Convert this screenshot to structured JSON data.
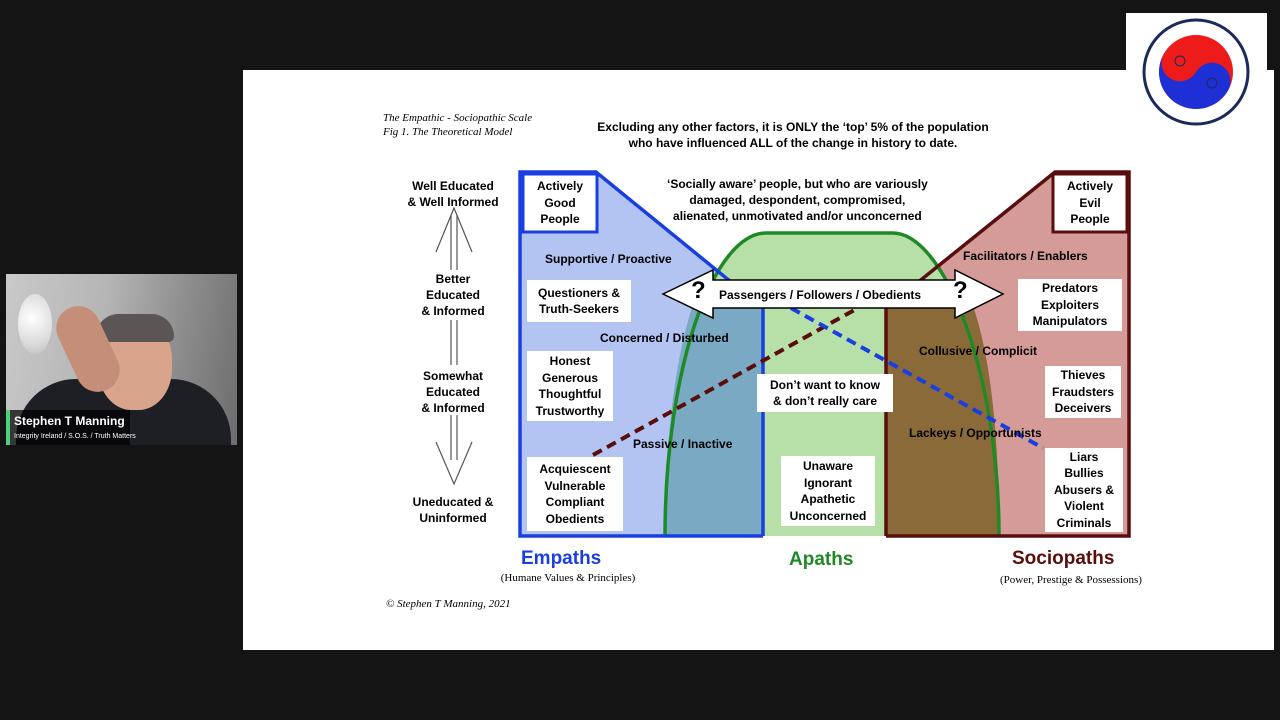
{
  "participant": {
    "name": "Stephen T Manning",
    "subtitle": "Integrity Ireland / S.O.S. / Truth Matters"
  },
  "logo": {
    "icon": "yin-yang-icon",
    "colors": [
      "#1e2fd6",
      "#ee1b1b"
    ]
  },
  "slide": {
    "title_line1": "The Empathic - Sociopathic Scale",
    "title_line2": "Fig 1. The Theoretical Model",
    "note_line1": "Excluding any other factors, it is ONLY the ‘top’ 5% of the population",
    "note_line2": "who have influenced ALL of the change in history to date.",
    "scale_top_line1": "Well Educated",
    "scale_top_line2": "& Well Informed",
    "scale_better_line1": "Better",
    "scale_better_line2": "Educated",
    "scale_better_line3": "& Informed",
    "scale_somewhat_line1": "Somewhat",
    "scale_somewhat_line2": "Educated",
    "scale_somewhat_line3": "& Informed",
    "scale_bottom_line1": "Uneducated &",
    "scale_bottom_line2": "Uninformed",
    "socially_line1": "‘Socially aware’ people, but who are variously",
    "socially_line2": "damaged, despondent, compromised,",
    "socially_line3": "alienated, unmotivated and/or unconcerned",
    "actively_good": [
      "Actively",
      "Good",
      "People"
    ],
    "actively_evil": [
      "Actively",
      "Evil",
      "People"
    ],
    "supportive": "Supportive / Proactive",
    "questioners": [
      "Questioners &",
      "Truth-Seekers"
    ],
    "concerned": "Concerned / Disturbed",
    "honest": [
      "Honest",
      "Generous",
      "Thoughtful",
      "Trustworthy"
    ],
    "passive": "Passive / Inactive",
    "acquiescent": [
      "Acquiescent",
      "Vulnerable",
      "Compliant",
      "Obedients"
    ],
    "passengers": "Passengers / Followers / Obedients",
    "question_mark": "?",
    "dont_want": [
      "Don’t want to know",
      "& don’t really care"
    ],
    "unaware": [
      "Unaware",
      "Ignorant",
      "Apathetic",
      "Unconcerned"
    ],
    "facilitators": "Facilitators / Enablers",
    "predators": [
      "Predators",
      "Exploiters",
      "Manipulators"
    ],
    "collusive": "Collusive / Complicit",
    "thieves": [
      "Thieves",
      "Fraudsters",
      "Deceivers"
    ],
    "lackeys": "Lackeys / Opportunists",
    "liars": [
      "Liars",
      "Bullies",
      "Abusers &",
      "Violent",
      "Criminals"
    ],
    "empaths": "Empaths",
    "empaths_sub": "(Humane Values & Principles)",
    "apaths": "Apaths",
    "sociopaths": "Sociopaths",
    "sociopaths_sub": "(Power, Prestige & Possessions)",
    "copyright": "© Stephen T Manning, 2021"
  },
  "colors": {
    "empath": "#1a3fe0",
    "empath_fill": "#b3c4f3",
    "apath": "#1f8a25",
    "apath_fill": "#b6e0a8",
    "sociopath": "#5a0d0d",
    "sociopath_fill": "#d49b99",
    "overlap_left": "#7aa9c4",
    "overlap_right": "#8b6a3a"
  }
}
